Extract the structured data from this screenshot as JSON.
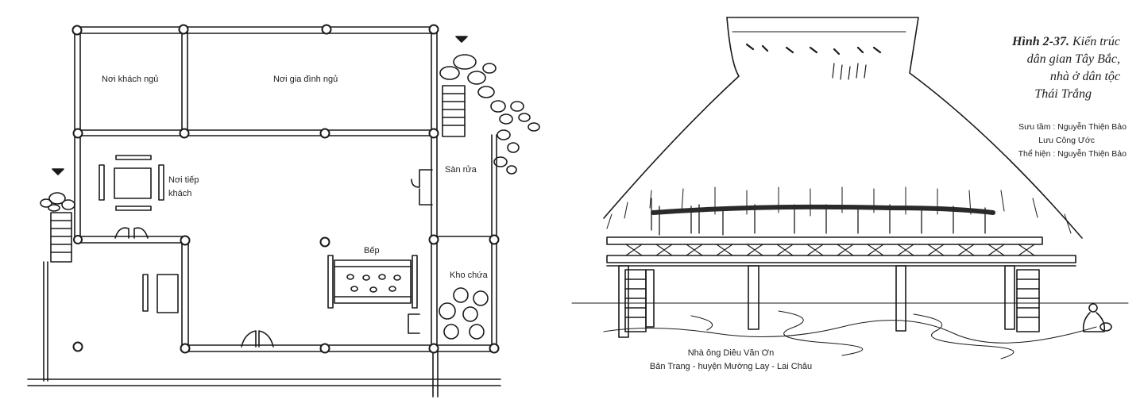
{
  "floor_plan": {
    "rooms": {
      "guest_sleep": "Nơi khách ngủ",
      "family_sleep": "Nơi gia đình ngủ",
      "reception": "Nơi tiếp\nkhách",
      "washing_deck": "Sàn rửa",
      "kitchen": "Bếp",
      "storage": "Kho chứa"
    }
  },
  "caption": {
    "figure_number": "Hình 2-37.",
    "line1_rest": "Kiến trúc",
    "line2": "dân gian Tây Bắc,",
    "line3": "nhà ở dân tộc",
    "line4": "Thái Trắng"
  },
  "credits": {
    "collected": "Sưu tầm : Nguyễn Thiện Bảo",
    "collected2": "Lưu Công Ước",
    "drawn": "Thể hiện : Nguyễn Thiện Bảo"
  },
  "house_caption": {
    "line1": "Nhà ông Diêu Văn Ơn",
    "line2": "Bản Trang - huyện Mường Lay - Lai Châu"
  }
}
